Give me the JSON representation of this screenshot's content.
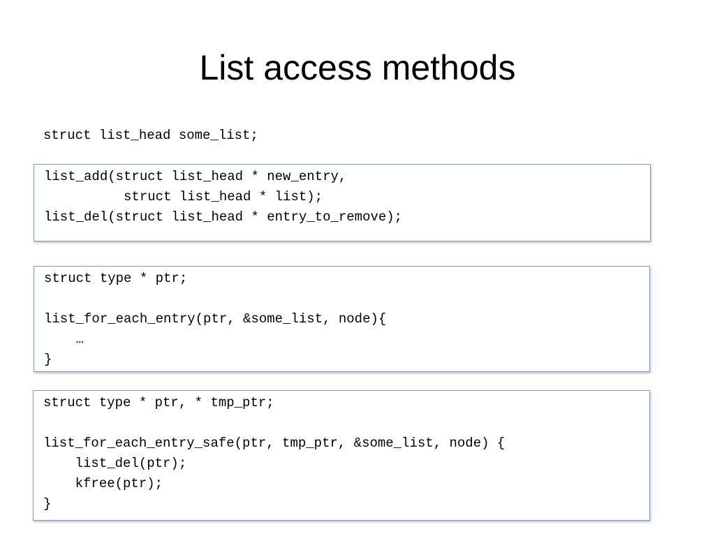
{
  "slide": {
    "title": "List access methods",
    "declaration": "struct list_head some_list;",
    "boxes": [
      {
        "code": "list_add(struct list_head * new_entry,\n          struct list_head * list);\nlist_del(struct list_head * entry_to_remove);"
      },
      {
        "code": "struct type * ptr;\n\nlist_for_each_entry(ptr, &some_list, node){\n    …\n}"
      },
      {
        "code": "struct type * ptr, * tmp_ptr;\n\nlist_for_each_entry_safe(ptr, tmp_ptr, &some_list, node) {\n    list_del(ptr);\n    kfree(ptr);\n}"
      }
    ]
  }
}
